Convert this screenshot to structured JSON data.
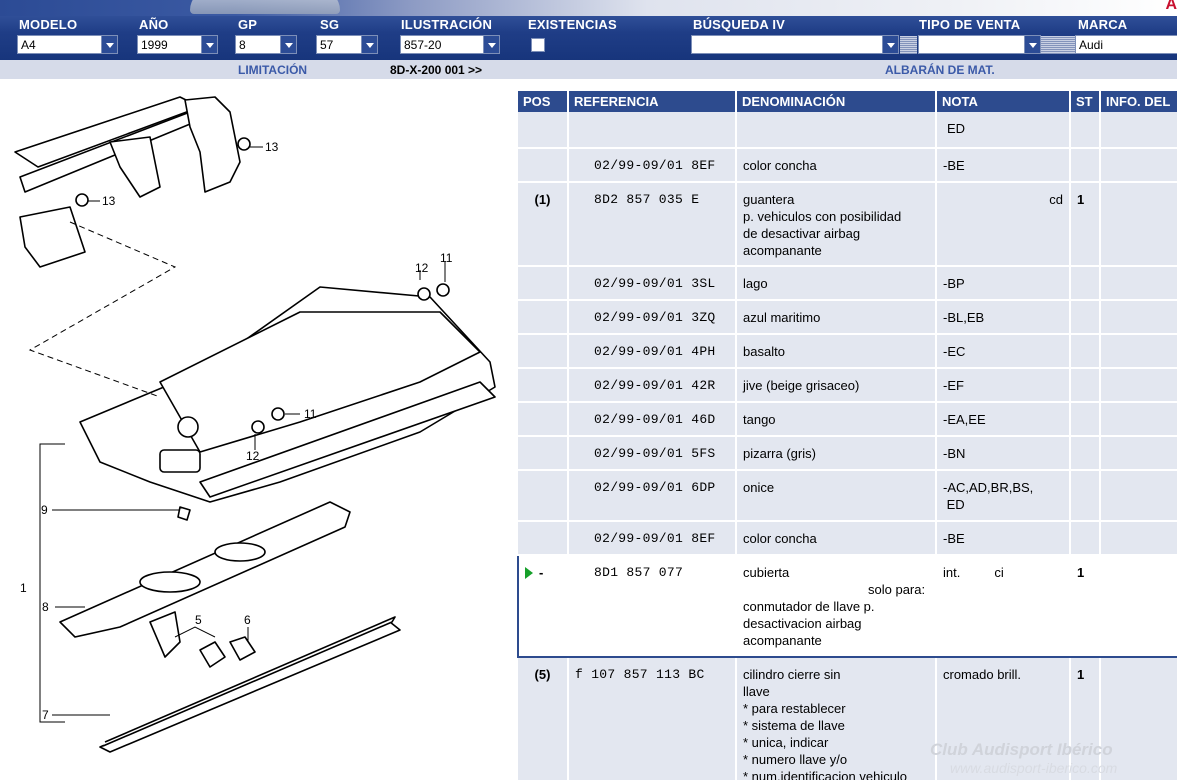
{
  "filters": {
    "modelo": {
      "label": "MODELO",
      "value": "A4"
    },
    "anio": {
      "label": "AÑO",
      "value": "1999"
    },
    "gp": {
      "label": "GP",
      "value": "8"
    },
    "sg": {
      "label": "SG",
      "value": "57"
    },
    "ilustracion": {
      "label": "ILUSTRACIÓN",
      "value": "857-20"
    },
    "existencias": {
      "label": "EXISTENCIAS",
      "checked": false
    },
    "busqueda": {
      "label": "BÚSQUEDA IV",
      "value": ""
    },
    "tipo_venta": {
      "label": "TIPO DE VENTA",
      "value": ""
    },
    "marca": {
      "label": "MARCA",
      "value": "Audi"
    }
  },
  "subbar": {
    "limitacion": "LIMITACIÓN",
    "range": "8D-X-200 001 >>",
    "albaran": "ALBARÁN DE MAT."
  },
  "diagram_callouts": [
    "13",
    "13",
    "12",
    "11",
    "11",
    "12",
    "9",
    "1",
    "8",
    "5",
    "6",
    "7"
  ],
  "table": {
    "headers": [
      "POS",
      "REFERENCIA",
      "DENOMINACIÓN",
      "NOTA",
      "ST",
      "INFO. DEL"
    ],
    "rows": [
      {
        "pos": "",
        "ref": "",
        "desc": "",
        "nota": "ED",
        "st": "",
        "info": ""
      },
      {
        "pos": "",
        "ref": "02/99-09/01 8EF",
        "desc": "color concha",
        "nota": "-BE",
        "st": "",
        "info": ""
      },
      {
        "pos": "(1)",
        "ref": "8D2 857 035 E",
        "desc": "guantera\np. vehiculos con posibilidad\nde desactivar airbag\nacompanante",
        "nota": "cd",
        "st": "1",
        "info": ""
      },
      {
        "pos": "",
        "ref": "02/99-09/01 3SL",
        "desc": "lago",
        "nota": "-BP",
        "st": "",
        "info": ""
      },
      {
        "pos": "",
        "ref": "02/99-09/01 3ZQ",
        "desc": "azul maritimo",
        "nota": "-BL,EB",
        "st": "",
        "info": ""
      },
      {
        "pos": "",
        "ref": "02/99-09/01 4PH",
        "desc": "basalto",
        "nota": "-EC",
        "st": "",
        "info": ""
      },
      {
        "pos": "",
        "ref": "02/99-09/01 42R",
        "desc": "jive (beige grisaceo)",
        "nota": "-EF",
        "st": "",
        "info": ""
      },
      {
        "pos": "",
        "ref": "02/99-09/01 46D",
        "desc": "tango",
        "nota": "-EA,EE",
        "st": "",
        "info": ""
      },
      {
        "pos": "",
        "ref": "02/99-09/01 5FS",
        "desc": "pizarra (gris)",
        "nota": "-BN",
        "st": "",
        "info": ""
      },
      {
        "pos": "",
        "ref": "02/99-09/01 6DP",
        "desc": "onice",
        "nota": "-AC,AD,BR,BS,\n ED",
        "st": "",
        "info": ""
      },
      {
        "pos": "",
        "ref": "02/99-09/01 8EF",
        "desc": "color concha",
        "nota": "-BE",
        "st": "",
        "info": ""
      },
      {
        "pos": "-",
        "ref": "8D1 857 077",
        "desc": "cubierta",
        "desc_indent": "solo para:",
        "desc_rest": "conmutador de llave p.\ndesactivacion airbag\nacompanante",
        "nota": "int.",
        "nota2": "ci",
        "st": "1",
        "info": "",
        "selected": true
      },
      {
        "pos": "(5)",
        "ref": "f 107 857 113 BC",
        "desc": "cilindro cierre sin\nllave\n* para restablecer\n* sistema de llave\n* unica, indicar\n* numero llave y/o\n* num.identificacion vehiculo",
        "nota": "cromado brill.",
        "st": "1",
        "info": ""
      }
    ]
  },
  "watermark": {
    "line1": "Club Audisport Ibérico",
    "line2": "www.audisport-iberico.com"
  }
}
